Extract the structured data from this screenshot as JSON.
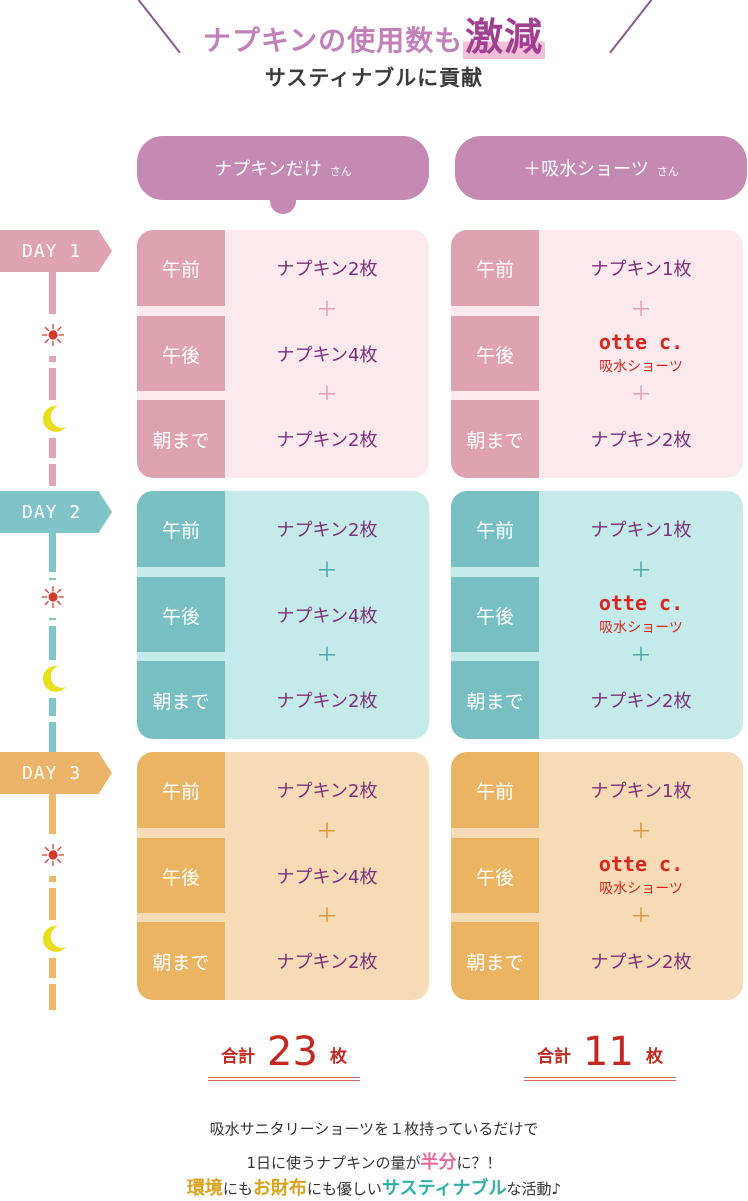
{
  "header": {
    "headline_pre": "ナプキンの使用数も",
    "headline_em": "激減",
    "subhead": "サスティナブルに貢献"
  },
  "columns": {
    "a": {
      "title": "ナプキンだけ",
      "suffix": "さん"
    },
    "b": {
      "title": "＋吸水ショーツ",
      "suffix": "さん"
    }
  },
  "days": [
    {
      "label": "DAY 1",
      "color": "#e0a3b2"
    },
    {
      "label": "DAY 2",
      "color": "#80c3c8"
    },
    {
      "label": "DAY 3",
      "color": "#ebb468"
    }
  ],
  "time_labels": [
    "午前",
    "午後",
    "朝まで"
  ],
  "plus_sign": "＋",
  "icons": {
    "sun": "sun-icon",
    "moon": "moon-icon"
  },
  "column_a_values": [
    "ナプキン2枚",
    "ナプキン4枚",
    "ナプキン2枚"
  ],
  "column_b_values": {
    "morning": "ナプキン1枚",
    "afternoon_brand": "otte c.",
    "afternoon_item": "吸水ショーツ",
    "night": "ナプキン2枚"
  },
  "totals": {
    "label": "合計",
    "unit": "枚",
    "a": "23",
    "b": "11"
  },
  "footer": {
    "line1": "吸水サニタリーショーツを１枚持っているだけで",
    "line2_pre": "1日に使うナプキンの量が",
    "line2_em": "半分",
    "line2_post": "に？！",
    "line3_w1": "環境",
    "line3_t1": "にも",
    "line3_w2": "お財布",
    "line3_t2": "にも優しい",
    "line3_w3": "サスティナブル",
    "line3_t3": "な活動♪"
  },
  "colors": {
    "pink": "#dfa2b1",
    "teal": "#77bfc2",
    "orange": "#ebb462",
    "purple": "#c48ab4",
    "red": "#d6281f"
  }
}
